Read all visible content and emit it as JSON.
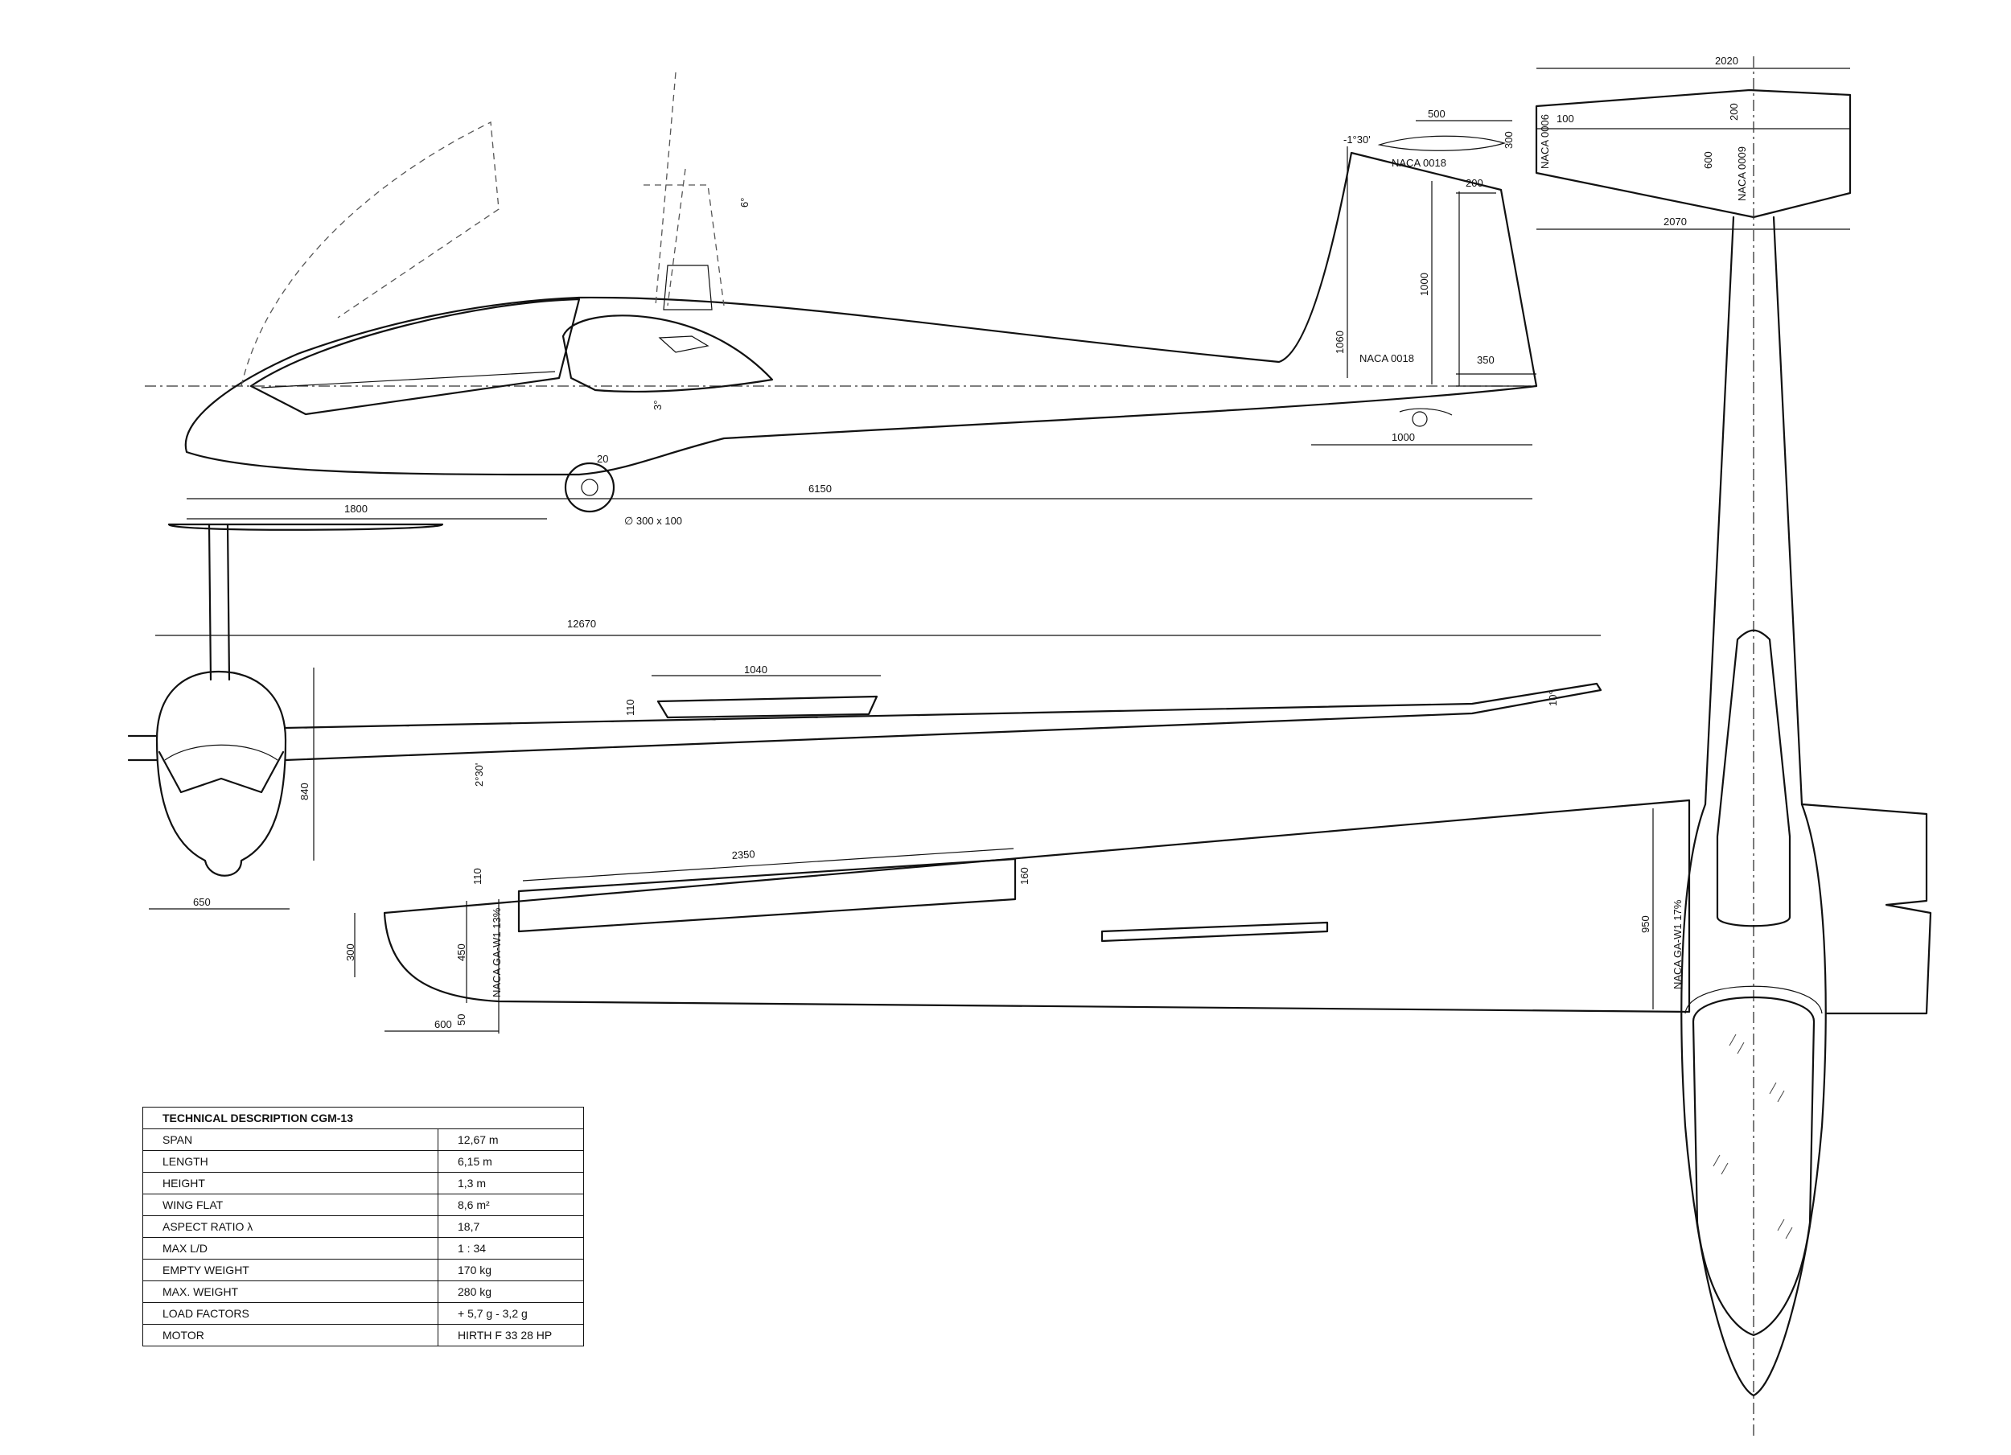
{
  "dimensions": {
    "canopy_tilt": "6°",
    "fin_sweep": "-1°30'",
    "fin_chord_top": "500",
    "fin_height_top": "300",
    "fin_airfoil_top": "NACA 0018",
    "fin_inset": "200",
    "fin_span": "1000",
    "fin_height_total": "1060",
    "fin_airfoil_root": "NACA 0018",
    "rudder_chord": "350",
    "fin_root_length": "1000",
    "engine_angle": "3°",
    "wheel_offset": "20",
    "length_total": "6150",
    "nose_to_wheel": "1800",
    "wheel_size": "∅ 300 x 100",
    "stab_span": "2020",
    "stab_tip_chord": "100",
    "stab_tip_chord2": "200",
    "stab_airfoil_tip": "NACA 0006",
    "stab_root_chord": "600",
    "stab_airfoil_root": "NACA 0009",
    "stab_span2": "2070",
    "wingspan": "12670",
    "airbrake_length": "1040",
    "airbrake_height": "110",
    "tip_angle": "10°",
    "dihedral": "2°30'",
    "fuselage_height": "840",
    "fuselage_width": "650",
    "aileron_length": "2350",
    "aileron_chord": "160",
    "aileron_inner": "110",
    "wing_tip_chord": "300",
    "wing_tip_section": "450",
    "wing_tip_airfoil": "NACA GA-W1 13%",
    "wing_tip_offset": "50",
    "wing_tip_length": "600",
    "wing_root_chord": "950",
    "wing_root_airfoil": "NACA GA-W1 17%"
  },
  "spec_table": {
    "title": "TECHNICAL DESCRIPTION  CGM-13",
    "rows": [
      {
        "label": "SPAN",
        "value": "12,67 m"
      },
      {
        "label": "LENGTH",
        "value": "6,15 m"
      },
      {
        "label": "HEIGHT",
        "value": "1,3 m"
      },
      {
        "label": "WING FLAT",
        "value": "8,6 m²"
      },
      {
        "label": "ASPECT RATIO λ",
        "value": "18,7"
      },
      {
        "label": "MAX L/D",
        "value": "1 : 34"
      },
      {
        "label": "EMPTY WEIGHT",
        "value": "170 kg"
      },
      {
        "label": "MAX. WEIGHT",
        "value": "280 kg"
      },
      {
        "label": "LOAD FACTORS",
        "value": "+ 5,7 g - 3,2 g"
      },
      {
        "label": "MOTOR",
        "value": "HIRTH F 33      28 HP"
      }
    ]
  }
}
